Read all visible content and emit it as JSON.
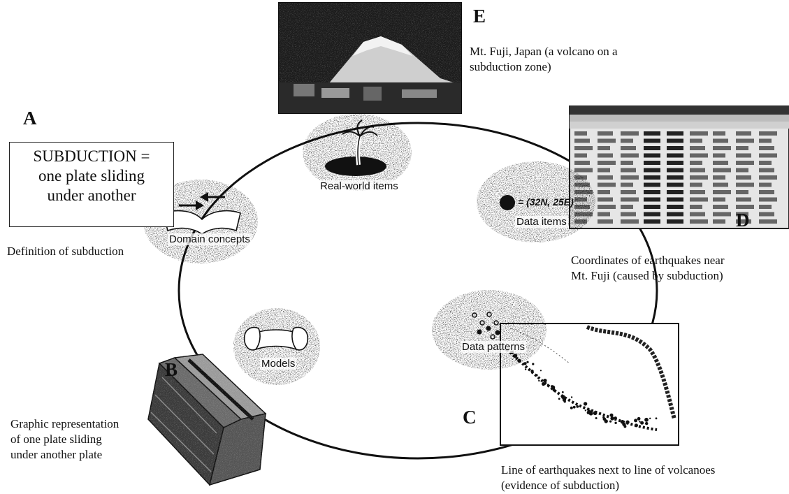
{
  "cycle_nodes": [
    {
      "id": "real-world",
      "label": "Real-world items"
    },
    {
      "id": "data-items",
      "label": "Data items",
      "symbol_text": "= (32N, 25E)"
    },
    {
      "id": "data-patterns",
      "label": "Data patterns"
    },
    {
      "id": "models",
      "label": "Models"
    },
    {
      "id": "domain-concepts",
      "label": "Domain concepts"
    }
  ],
  "panels": {
    "A": {
      "letter": "A",
      "box_lines": [
        "SUBDUCTION =",
        "one plate sliding",
        "under another"
      ],
      "caption": "Definition of subduction"
    },
    "B": {
      "letter": "B",
      "caption_lines": [
        "Graphic representation",
        "of one plate sliding",
        "under another plate"
      ]
    },
    "C": {
      "letter": "C",
      "caption_lines": [
        "Line of earthquakes next to line of volcanoes",
        "(evidence of subduction)"
      ]
    },
    "D": {
      "letter": "D",
      "caption_lines": [
        "Coordinates of earthquakes near",
        "Mt. Fuji (caused by subduction)"
      ]
    },
    "E": {
      "letter": "E",
      "caption_lines": [
        "Mt. Fuji, Japan (a volcano on a",
        "subduction zone)"
      ]
    }
  },
  "colors": {
    "ink": "#111111",
    "stipple": "#8a8a8a",
    "photo_dark": "#1a1a1a",
    "table_bg": "#e6e6e6"
  }
}
